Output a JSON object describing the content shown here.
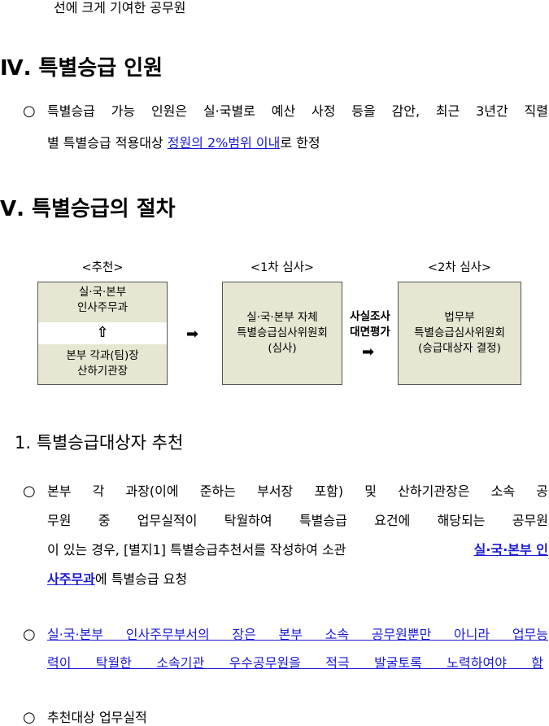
{
  "top_fragment": "선에 크게 기여한 공무원",
  "section4": {
    "title": "Ⅳ. 특별승급 인원",
    "bullet_line1": "특별승급 가능 인원은 실·국별로 예산 사정 등을 감안, 최근 3년간 직렬",
    "bullet_line2_a": "별 특별승급 적용대상 ",
    "bullet_line2_link": "정원의 2%범위 이내",
    "bullet_line2_b": "로 한정"
  },
  "section5": {
    "title": "Ⅴ. 특별승급의 절차",
    "diagram": {
      "step1_header": "<추천>",
      "step2_header": "<1차 심사>",
      "step3_header": "<2차 심사>",
      "box1_top_line1": "실·국·본부",
      "box1_top_line2": "인사주무과",
      "box1_up_arrow": "⇧",
      "box1_bottom_line1": "본부 각과(팀)장",
      "box1_bottom_line2": "산하기관장",
      "arrow1": "➡",
      "box2_line1": "실·국·본부 자체",
      "box2_line2": "특별승급심사위원회",
      "box2_line3": "(심사)",
      "between_label1": "사실조사",
      "between_label2": "대면평가",
      "arrow2": "➡",
      "box3_line1": "법무부",
      "box3_line2": "특별승급심사위원회",
      "box3_line3": "(승급대상자 결정)"
    }
  },
  "subsection1": {
    "title": "1. 특별승급대상자 추천",
    "para1_line1": "본부 각 과장(이에 준하는 부서장 포함) 및 산하기관장은 소속 공",
    "para1_line2": "무원 중 업무실적이 탁월하여 특별승급 요건에 해당되는 공무원",
    "para1_line3_a": "이 있는 경우, [별지1] 특별승급추천서를 작성하여 소관 ",
    "para1_line3_link": "실·국·본부 인",
    "para1_line4_link": "사주무과",
    "para1_line4_b": "에 특별승급 요청",
    "para2_line1": "실·국·본부 인사주무부서의 장은 본부 소속 공무원뿐만 아니라 업무능",
    "para2_line2": "력이 탁월한 소속기관 우수공무원을 적극 발굴토록 노력하여야 함",
    "para3_line1": "추천대상 업무실적"
  },
  "bullet_symbol": "○"
}
